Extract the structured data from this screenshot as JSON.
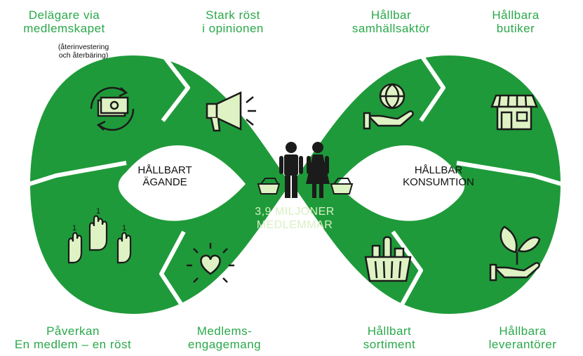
{
  "colors": {
    "green": "#1f9a3a",
    "green_border": "#ffffff",
    "icon_fill": "#dff2c4",
    "icon_stroke": "#1b1b1b",
    "label_green": "#2aa84a",
    "hub": "#ffffff"
  },
  "top_labels": {
    "owner_line1": "Delägare via",
    "owner_line2": "medlemskapet",
    "owner_note_line1": "(återinvestering",
    "owner_note_line2": "och återbäring)",
    "voice_line1": "Stark röst",
    "voice_line2": "i opinionen",
    "society_line1": "Hållbar",
    "society_line2": "samhällsaktör",
    "stores_line1": "Hållbara",
    "stores_line2": "butiker"
  },
  "bottom_labels": {
    "influence_line1": "Påverkan",
    "influence_line2": "En medlem – en röst",
    "engagement_line1": "Medlems-",
    "engagement_line2": "engagemang",
    "assortment_line1": "Hållbart",
    "assortment_line2": "sortiment",
    "suppliers_line1": "Hållbara",
    "suppliers_line2": "leverantörer"
  },
  "hubs": {
    "left_line1": "HÅLLBART",
    "left_line2": "ÄGANDE",
    "right_line1": "HÅLLBAR",
    "right_line2": "KONSUMTION"
  },
  "center": {
    "members_line1": "3,9 MILJONER",
    "members_line2": "MEDLEMMAR"
  },
  "hand_numbers": [
    "1",
    "1",
    "1"
  ],
  "icons": [
    "money-cycle-icon",
    "megaphone-icon",
    "globe-hand-icon",
    "store-icon",
    "raised-hands-icon",
    "heart-icon",
    "grocery-basket-icon",
    "plant-hand-icon",
    "people-icon",
    "shopping-basket-icon"
  ]
}
